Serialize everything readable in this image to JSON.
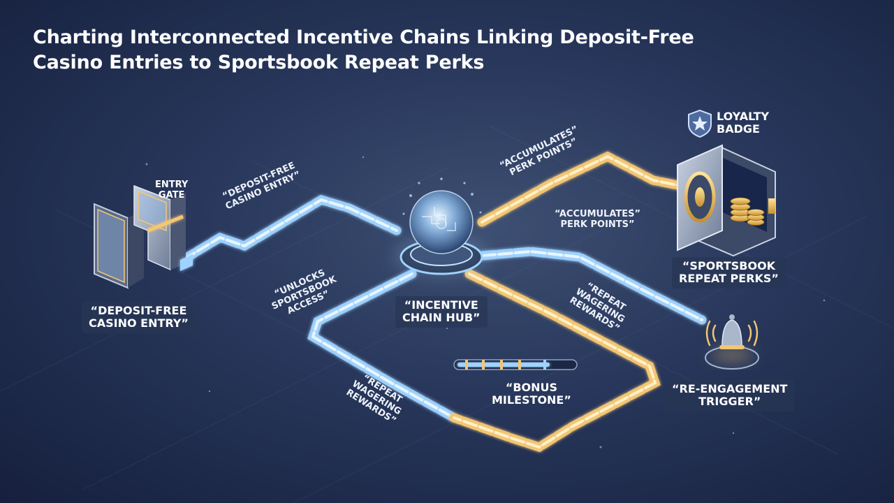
{
  "title": {
    "line1": "Charting Interconnected Incentive Chains Linking Deposit-Free",
    "line2": "Casino Entries to Sportsbook Repeat Perks"
  },
  "nodes": {
    "entry_gate": [
      "ENTRY",
      "GATE"
    ],
    "deposit_free": [
      "“DEPOSIT-FREE",
      "CASINO ENTRY”"
    ],
    "hub": [
      "“INCENTIVE",
      "CHAIN HUB”"
    ],
    "sportsbook": [
      "“SPORTSBOOK",
      "REPEAT PERKS”"
    ],
    "loyalty": [
      "LOYALTY",
      "BADGE"
    ],
    "reengagement": [
      "“RE-ENGAGEMENT",
      "TRIGGER”"
    ],
    "bonus": [
      "“BONUS",
      "MILESTONE”"
    ]
  },
  "links": {
    "casino_entry": [
      "“DEPOSIT-FREE",
      "CASINO ENTRY”"
    ],
    "accumulates_top": [
      "“ACCUMULATES”",
      "PERK POINTS”"
    ],
    "accumulates_mid": [
      "“ACCUMULATES”",
      "PERK POINTS”"
    ],
    "unlocks": [
      "“UNLOCKS",
      "SPORTSBOOK",
      "ACCESS”"
    ],
    "repeat_right": [
      "“REPEAT",
      "WAGERING",
      "REWARDS”"
    ],
    "repeat_left": [
      "“REPEAT",
      "WAGERING",
      "REWARDS”"
    ]
  },
  "colors": {
    "blue_chain": "#9fd3ff",
    "gold_chain": "#f3c673",
    "background": "#27365a"
  }
}
